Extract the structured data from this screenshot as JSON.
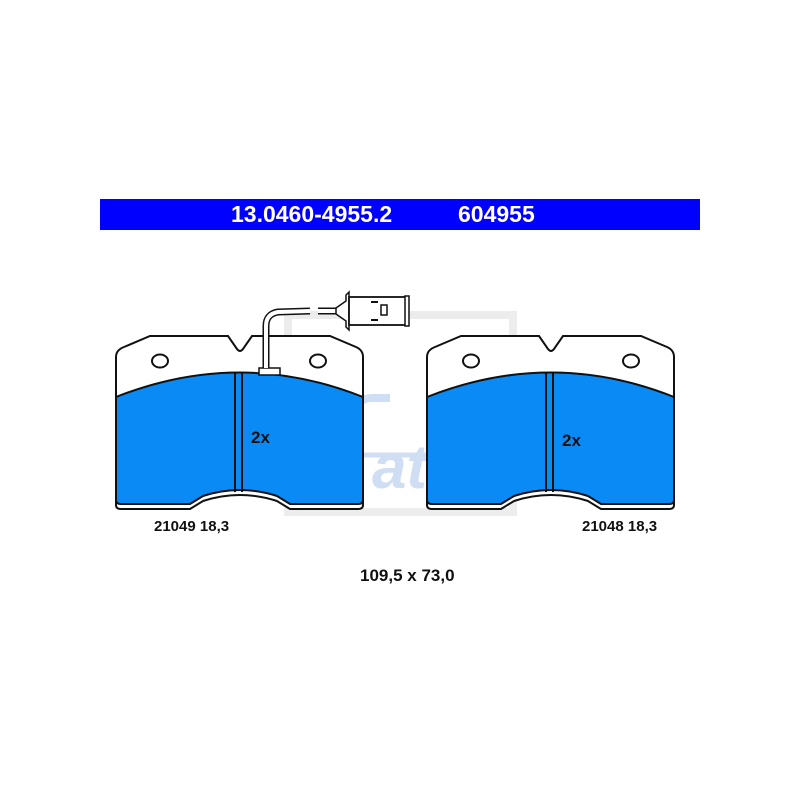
{
  "header": {
    "part_number": "13.0460-4955.2",
    "reference_number": "604955",
    "background_color": "#0000ff",
    "text_color": "#ffffff"
  },
  "pads": [
    {
      "position": "left",
      "quantity": "2x",
      "label": "21049 18,3",
      "has_wear_sensor": true,
      "friction_color": "#0a8af5"
    },
    {
      "position": "right",
      "quantity": "2x",
      "label": "21048 18,3",
      "has_wear_sensor": false,
      "friction_color": "#0a8af5"
    }
  ],
  "dimensions": "109,5 x 73,0",
  "watermark": {
    "brand": "ate",
    "icon": "ate-logo-icon"
  }
}
